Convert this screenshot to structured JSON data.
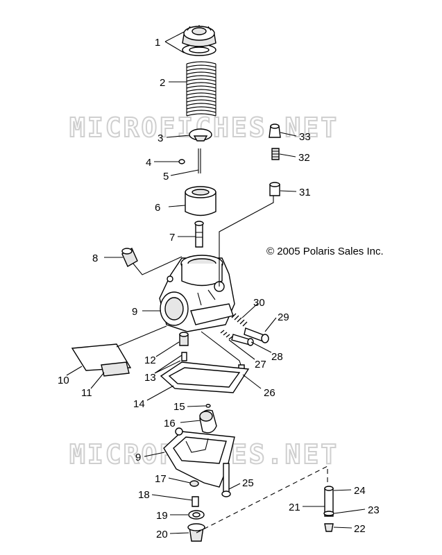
{
  "watermarks": [
    "MICROFICHES.NET",
    "MICROFICHES.NET"
  ],
  "copyright": "© 2005 Polaris Sales Inc.",
  "callouts": {
    "c1": "1",
    "c2": "2",
    "c3": "3",
    "c4": "4",
    "c5": "5",
    "c6": "6",
    "c7": "7",
    "c8": "8",
    "c9a": "9",
    "c9b": "9",
    "c10": "10",
    "c11": "11",
    "c12": "12",
    "c13": "13",
    "c14": "14",
    "c15": "15",
    "c16": "16",
    "c17": "17",
    "c18": "18",
    "c19": "19",
    "c20": "20",
    "c21": "21",
    "c22": "22",
    "c23": "23",
    "c24": "24",
    "c25": "25",
    "c26": "26",
    "c27": "27",
    "c28": "28",
    "c29": "29",
    "c30": "30",
    "c31": "31",
    "c32": "32",
    "c33": "33"
  }
}
